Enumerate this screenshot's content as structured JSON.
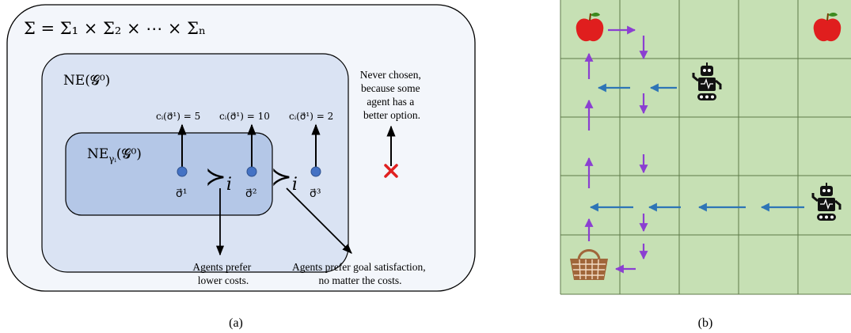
{
  "panel_a": {
    "sigma_equation": "Σ = Σ₁ × Σ₂ × ⋯ × Σₙ",
    "ne_outer_label": "NE(𝓖⁰)",
    "ne_inner_label_main": "NE",
    "ne_inner_label_sub": "γᵢ",
    "ne_inner_label_arg": "(𝓖⁰)",
    "costs": [
      "cᵢ(σ⃗¹) = 5",
      "cᵢ(σ⃗¹) = 10",
      "cᵢ(σ⃗¹) = 2"
    ],
    "profiles": [
      "σ⃗¹",
      "σ⃗²",
      "σ⃗³"
    ],
    "pref_symbol": "≻",
    "pref_sub": "i",
    "never_chosen_text": [
      "Never chosen,",
      "because some",
      "agent has a",
      "better option."
    ],
    "prefer_lower_costs": [
      "Agents prefer",
      "lower costs."
    ],
    "prefer_goal_satisfaction": [
      "Agents prefer goal satisfaction,",
      "no matter the costs."
    ],
    "caption": "(a)"
  },
  "panel_b": {
    "grid_cols": 5,
    "grid_rows": 5,
    "cell_color": "#c6e0b4",
    "line_color": "#5d7a48",
    "blue_arrow_color": "#2e75b6",
    "purple_arrow_color": "#8b3fd1",
    "icons": [
      "apple-icon",
      "apple-icon",
      "robot-icon",
      "robot-icon",
      "basket-icon"
    ],
    "caption": "(b)"
  },
  "colors": {
    "outer_box": "#f3f6fb",
    "ne_box": "#dae3f3",
    "ne_inner_box": "#b4c7e7",
    "dot": "#4472c4",
    "cross": "#e02020",
    "apple": "#e01e1e",
    "basket": "#a0663a"
  }
}
